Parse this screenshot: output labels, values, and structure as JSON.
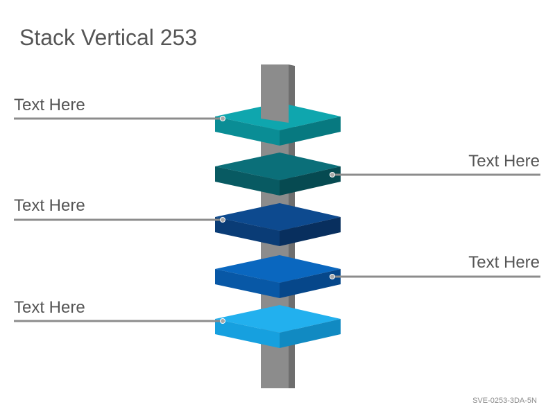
{
  "title": "Stack Vertical 253",
  "code": "SVE-0253-3DA-5N",
  "colors": {
    "pole_front": "#8c8c8c",
    "pole_side": "#6e6e6e",
    "line": "#8c8c8c",
    "dot": "#a8a8a8"
  },
  "layers": [
    {
      "label": "Text Here",
      "side": "left",
      "top": "#0fa6ae",
      "front": "#0a8d95",
      "right": "#077980"
    },
    {
      "label": "Text Here",
      "side": "right",
      "top": "#0b6f79",
      "front": "#085a62",
      "right": "#064a51"
    },
    {
      "label": "Text Here",
      "side": "left",
      "top": "#0d4a8f",
      "front": "#0a3c76",
      "right": "#082f5e"
    },
    {
      "label": "Text Here",
      "side": "right",
      "top": "#0a67bf",
      "front": "#0858a6",
      "right": "#06478a"
    },
    {
      "label": "Text Here",
      "side": "left",
      "top": "#22b0ee",
      "front": "#16a0df",
      "right": "#118ac2"
    }
  ]
}
